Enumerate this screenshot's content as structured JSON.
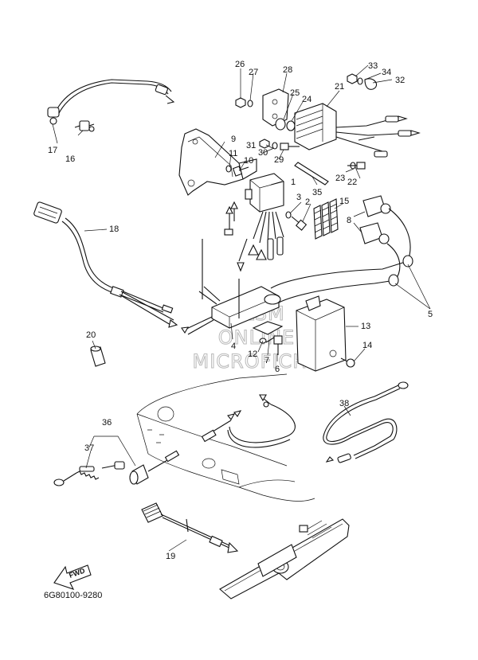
{
  "callouts": [
    "1",
    "2",
    "3",
    "4",
    "5",
    "6",
    "7",
    "8",
    "9",
    "10",
    "11",
    "12",
    "13",
    "14",
    "15",
    "16",
    "17",
    "18",
    "19",
    "20",
    "21",
    "22",
    "23",
    "24",
    "25",
    "26",
    "27",
    "28",
    "29",
    "30",
    "31",
    "32",
    "33",
    "34",
    "35",
    "36",
    "37",
    "38"
  ],
  "watermark": [
    "HLSM",
    "ONLINE",
    "MICROFICHE"
  ],
  "fwd_label": "FWD",
  "diagram_code": "6G80100-9280"
}
